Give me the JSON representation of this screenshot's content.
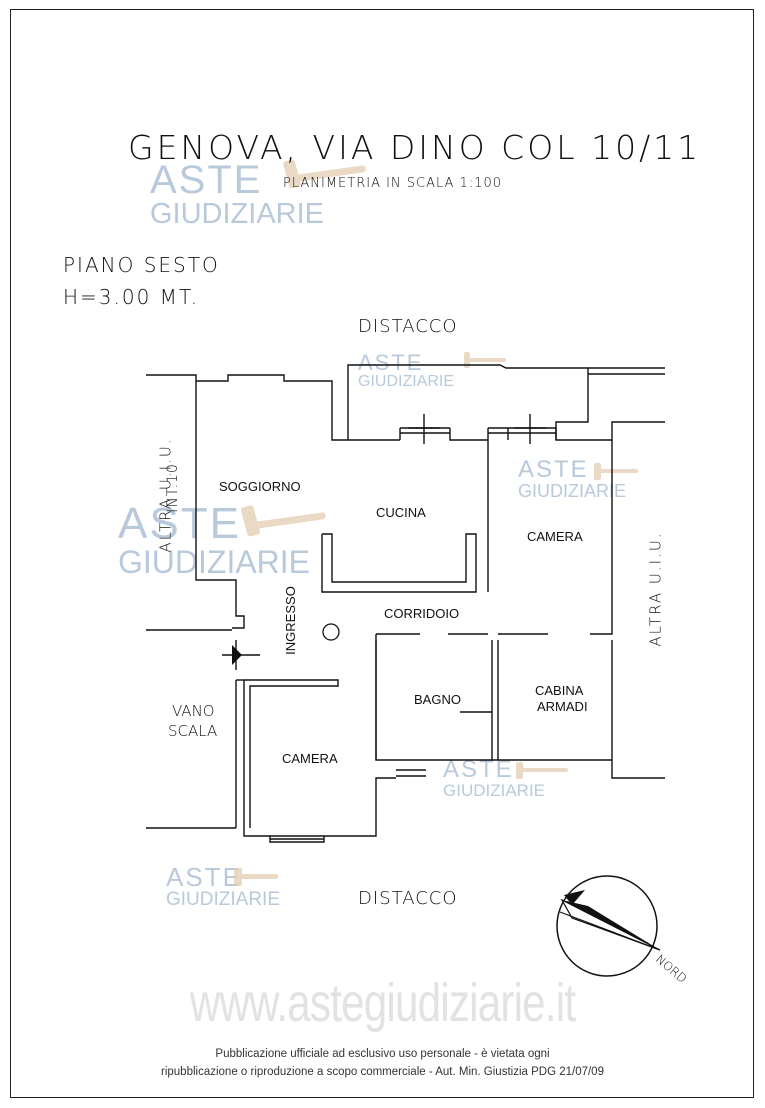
{
  "title": "GENOVA, VIA DINO COL 10/11",
  "subtitle": "PLANIMETRIA IN SCALA 1:100",
  "floor": "PIANO SESTO",
  "height": "H=3.00 MT.",
  "labels": {
    "distacco_top": "DISTACCO",
    "distacco_bottom": "DISTACCO",
    "altra_left": "ALTRA U.I.U.",
    "int_left": "INT.10",
    "altra_right": "ALTRA U.I.U.",
    "vano_1": "VANO",
    "vano_2": "SCALA",
    "nord": "NORD"
  },
  "rooms": {
    "soggiorno": "SOGGIORNO",
    "cucina": "CUCINA",
    "camera_right": "CAMERA",
    "corridoio": "CORRIDOIO",
    "ingresso": "INGRESSO",
    "bagno": "BAGNO",
    "cabina_1": "CABINA",
    "cabina_2": "ARMADI",
    "camera_bottom": "CAMERA"
  },
  "watermark": {
    "line1": "ASTE",
    "line2": "GIUDIZIARIE",
    "website": "www.astegiudiziarie.it"
  },
  "footer": {
    "line1": "Pubblicazione ufficiale ad esclusivo uso personale - è vietata ogni",
    "line2": "ripubblicazione o riproduzione a scopo commerciale - Aut. Min. Giustizia PDG 21/07/09"
  },
  "colors": {
    "ink": "#111111",
    "watermark": "#7f9dbf",
    "gavel": "#e3cdb0"
  }
}
